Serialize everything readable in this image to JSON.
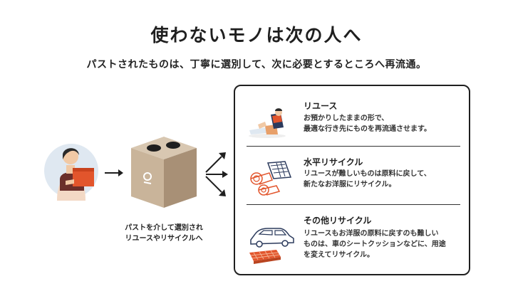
{
  "title": "使わないモノは次の人へ",
  "subtitle": "パストされたものは、丁寧に選別して、次に必要とするところへ再流通。",
  "caption": {
    "line1": "パストを介して選別され",
    "line2": "リユースやリサイクルへ"
  },
  "sections": [
    {
      "heading": "リユース",
      "desc": [
        "お預かりしたままの形で、",
        "最適な行き先にものを再流通させます。"
      ],
      "icon": "person-sitting-icon"
    },
    {
      "heading": "水平リサイクル",
      "desc": [
        "リユースが難しいものは原料に戻して、",
        "新たなお洋服にリサイクル。"
      ],
      "icon": "fabric-rolls-icon"
    },
    {
      "heading": "その他リサイクル",
      "desc": [
        "リユースもお洋服の原料に戻すのも難しい",
        "ものは、車のシートクッションなどに、用途",
        "を変えてリサイクル。"
      ],
      "icon": "car-cushion-icon"
    }
  ],
  "colors": {
    "accent_orange": "#e2552c",
    "cardboard": "#c9b49a",
    "cardboard_dark": "#a89076",
    "skin": "#f1c9a5",
    "light_blue": "#dfe8f1",
    "navy": "#2b3a5c"
  }
}
